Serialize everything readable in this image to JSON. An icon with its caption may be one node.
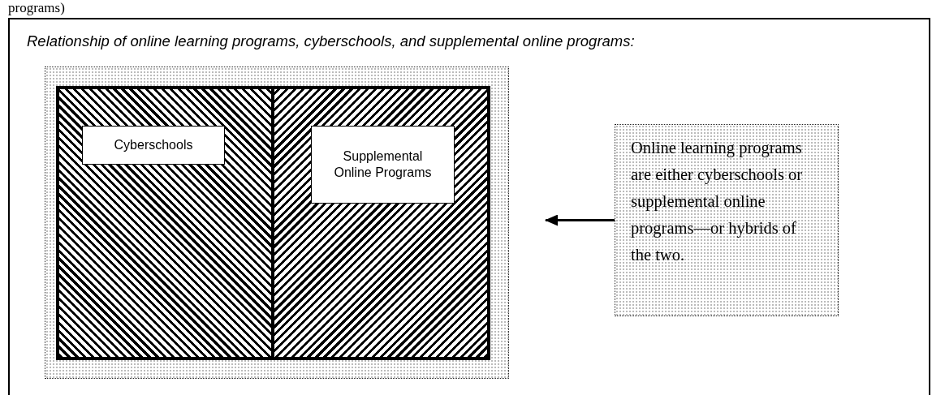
{
  "diagram": {
    "title": "Relationship of online learning programs, cyberschools, and supplemental online programs:",
    "nodes": [
      {
        "text": [],
        "shape": "box"
      },
      {
        "text": [],
        "shape": "box",
        "in": 0
      },
      {
        "text": [
          "Cyberschools"
        ],
        "in": 1
      },
      {
        "text": [],
        "shape": "box",
        "in": 0
      },
      {
        "text": [
          "Supplemental Online Programs"
        ],
        "in": 3
      },
      {
        "text": [
          "Online learning programs are either cyberschools or supplemental online programs—or hybrids of the two."
        ]
      }
    ],
    "edges": [
      {
        "from": 5,
        "to": 0,
        "arrow": "to"
      }
    ],
    "labels": [
      "programs)"
    ]
  }
}
